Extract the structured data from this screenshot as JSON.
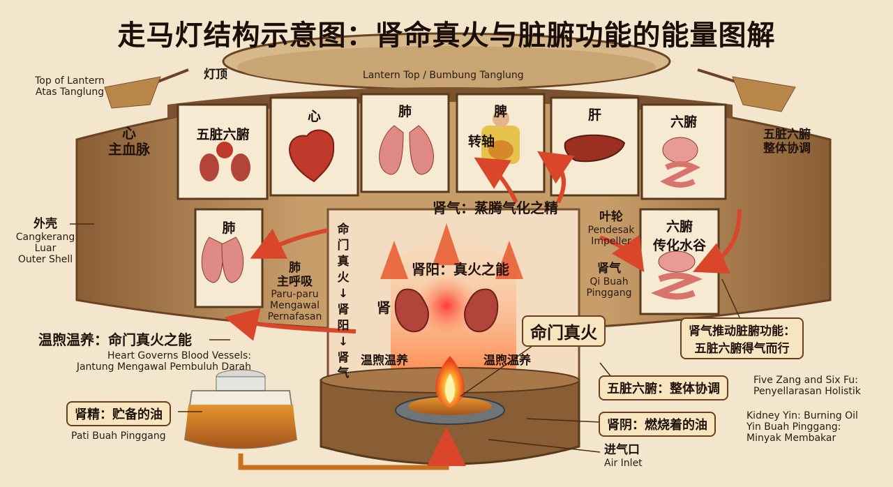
{
  "title": "走马灯结构示意图：肾命真火与脏腑功能的能量图解",
  "colors": {
    "background": "#f3e6cc",
    "shell": "#b08656",
    "shell_dark": "#7a5230",
    "panel": "#f6ead2",
    "flame": "#ff5a1f",
    "arrow": "#d9462a",
    "oil": "#c8701d",
    "kidney": "#b2443a"
  },
  "top": {
    "lantern_top_en": "Top of Lantern",
    "lantern_top_ms": "Atas Tanglung",
    "lantern_top_cn": "灯顶",
    "bumbung": "Lantern Top / Bumbung Tanglung"
  },
  "panels": {
    "wuzang": "五脏六腑",
    "xin": "心",
    "fei": "肺",
    "pi": "脾",
    "zhuanzhou": "转轴",
    "gan": "肝",
    "liufu": "六腑",
    "fei2": "肺",
    "liufu2_l1": "六腑",
    "liufu2_l2": "传化水谷"
  },
  "left": {
    "xin_l1": "心",
    "xin_l2": "主血脉",
    "shell_cn": "外壳",
    "shell_ms1": "Cangkerang",
    "shell_ms2": "Luar",
    "shell_en": "Outer Shell",
    "warm_cn": "温煦温养：命门真火之能",
    "heart_en": "Heart Governs Blood Vessels:",
    "heart_ms": "Jantung Mengawal Pembuluh Darah",
    "fei_l1": "肺",
    "fei_l2": "主呼吸",
    "fei_ms1": "Paru-paru",
    "fei_ms2": "Mengawal",
    "fei_ms3": "Pernafasan"
  },
  "right": {
    "coord_l1": "五脏六腑",
    "coord_l2": "整体协调",
    "impeller_cn": "叶轮",
    "impeller_ms1": "Pendesak",
    "impeller_ms2": "Impeller",
    "shenqi_cn": "肾气",
    "shenqi_ms1": "Qi Buah",
    "shenqi_ms2": "Pinggang",
    "drive_l1": "肾气推动脏腑功能：",
    "drive_l2": "五脏六腑得气而行"
  },
  "center": {
    "steam": "肾气：蒸腾气化之精",
    "mingmen_vertical": [
      "命",
      "门",
      "真",
      "火",
      "↓",
      "肾",
      "阳",
      "↓",
      "肾",
      "气"
    ],
    "yang": "肾阳：真火之能",
    "shen": "肾",
    "warm_left": "温煦温养",
    "warm_right": "温煦温养",
    "mingmen_box": "命门真火"
  },
  "bottom": {
    "jing_box": "肾精：贮备的油",
    "jing_ms": "Pati Buah Pinggang",
    "holistic_box": "五脏六腑：整体协调",
    "holistic_en": "Five Zang and Six Fu:",
    "holistic_ms": "Penyellarasan Holistik",
    "yin_box": "肾阴：燃烧着的油",
    "yin_en": "Kidney Yin: Burning Oil",
    "yin_ms1": "Yin Buah Pinggang:",
    "yin_ms2": "Minyak Membakar",
    "air_cn": "进气口",
    "air_en": "Air Inlet"
  }
}
